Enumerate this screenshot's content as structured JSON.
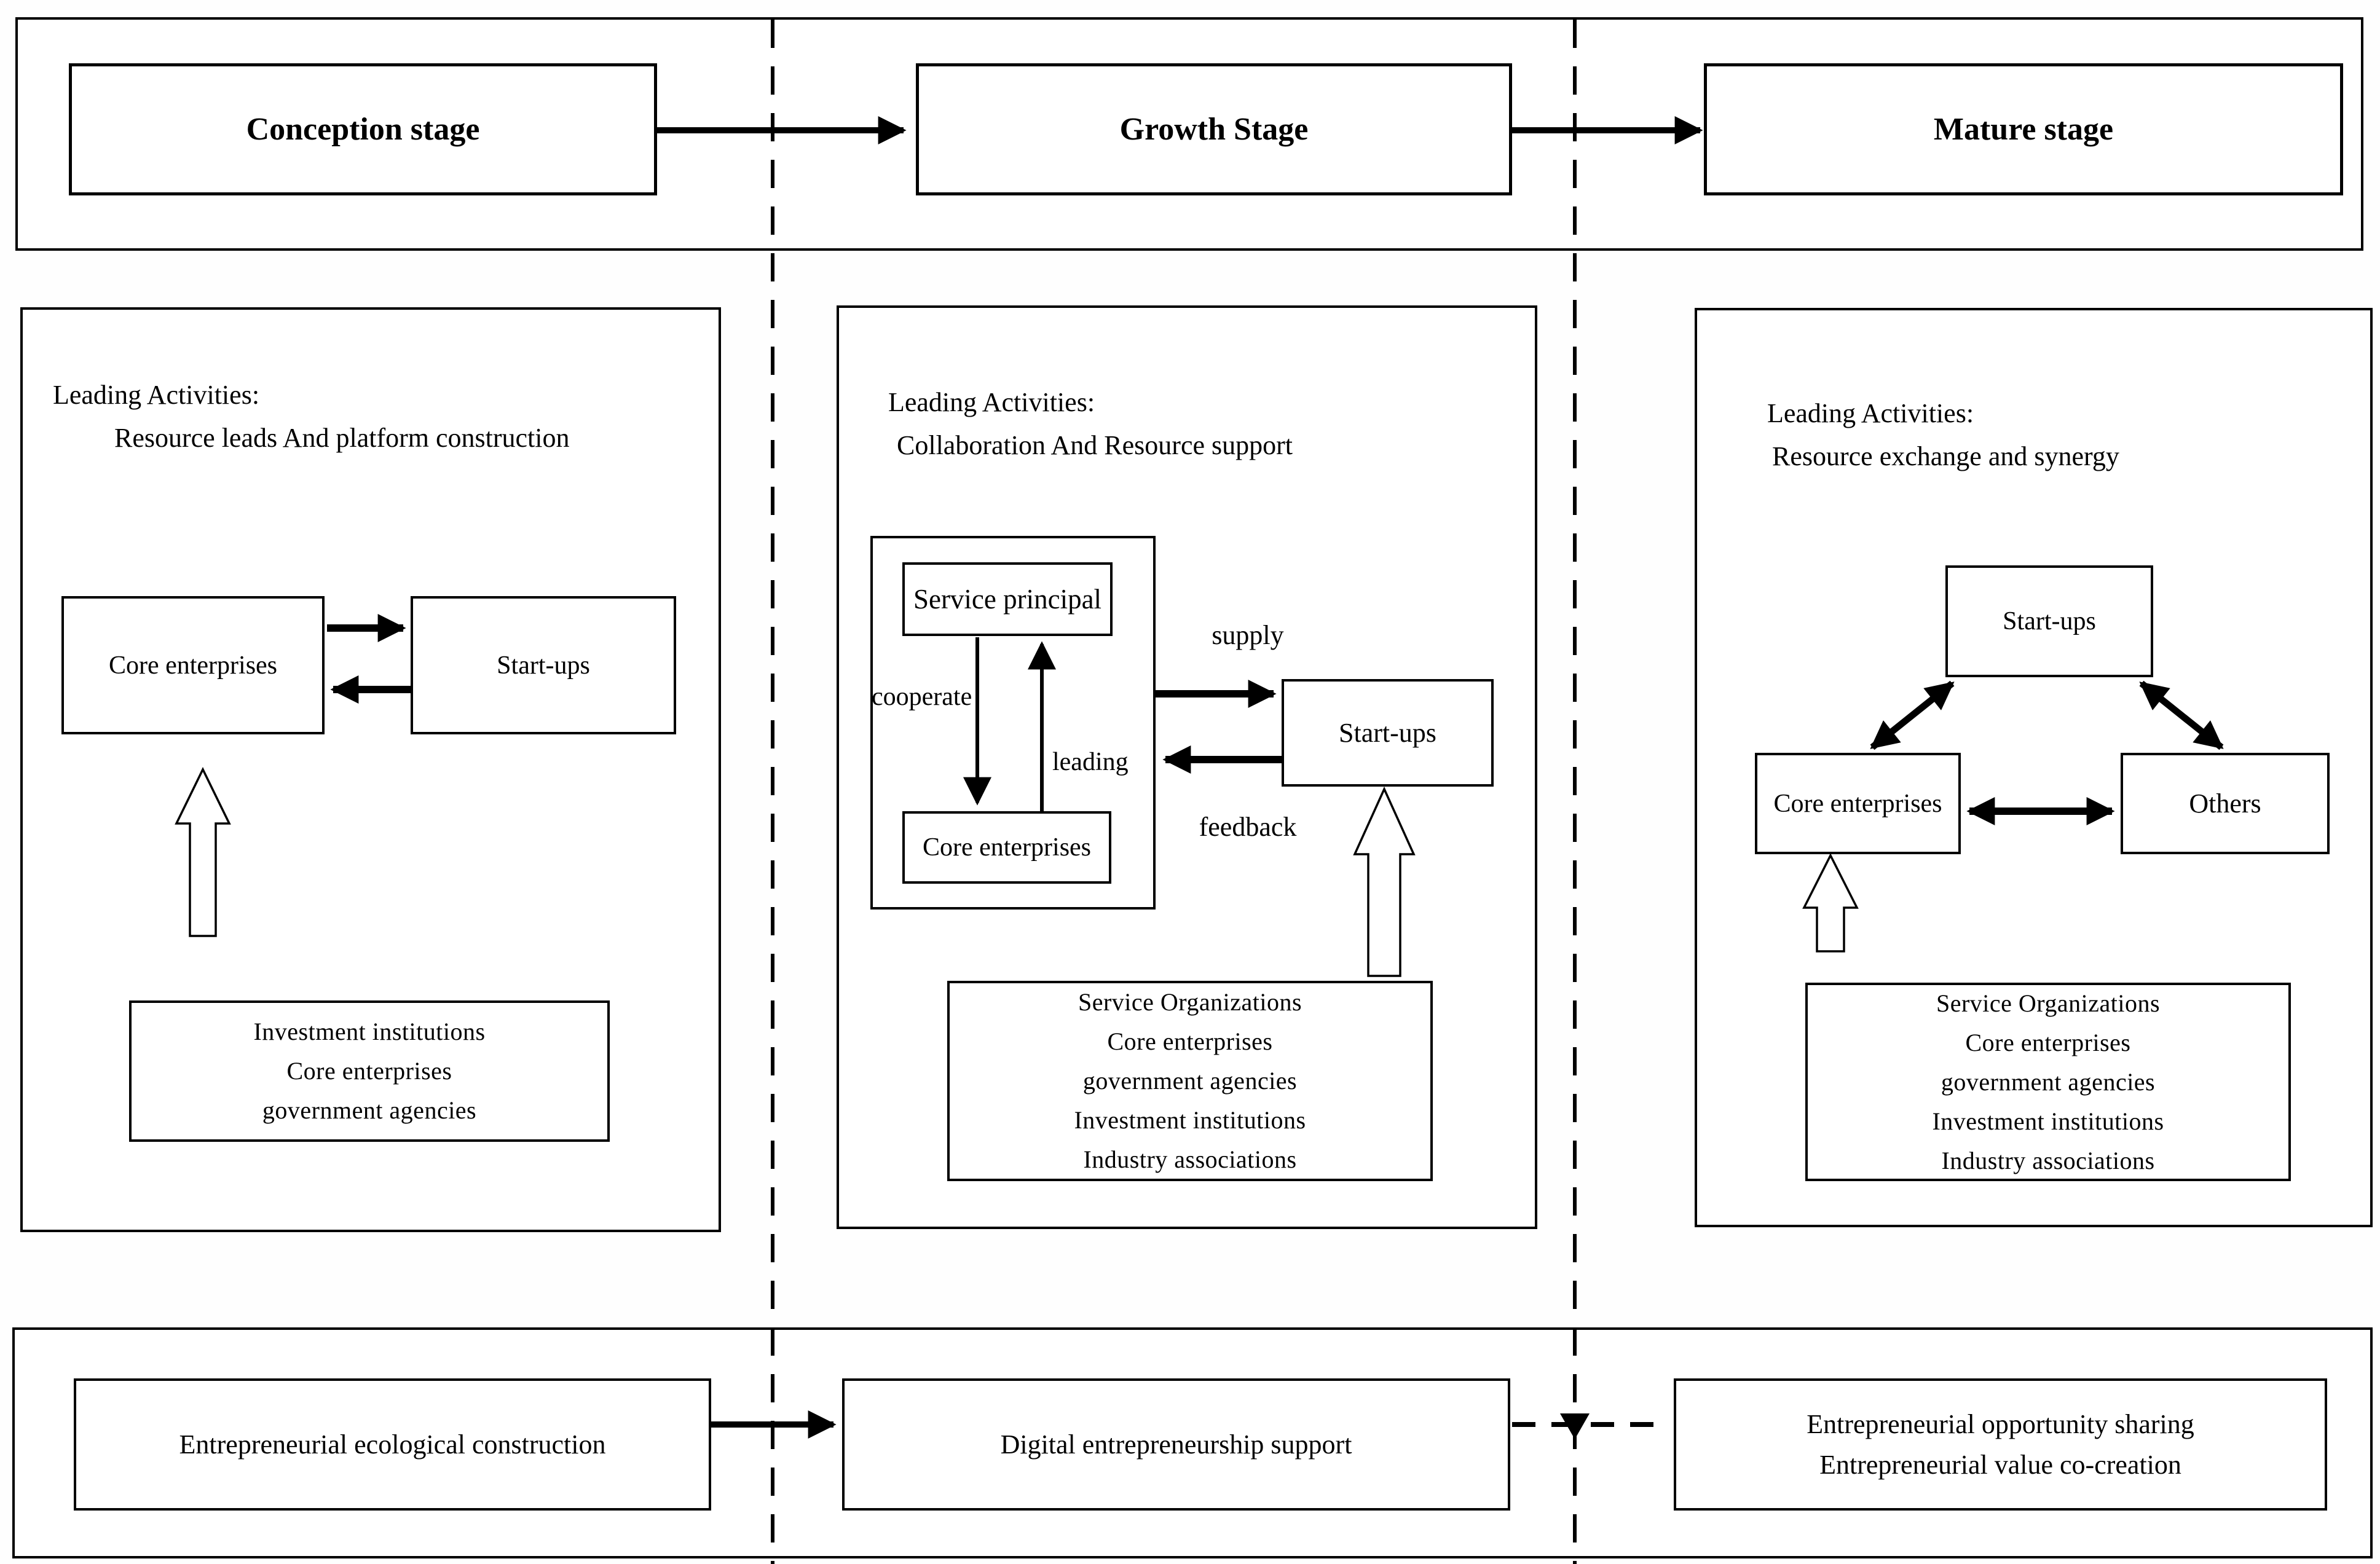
{
  "stages": {
    "conception": "Conception stage",
    "growth": "Growth Stage",
    "mature": "Mature stage"
  },
  "left_panel": {
    "leading1": "Leading Activities:",
    "leading2": "Resource leads And platform construction",
    "core": "Core enterprises",
    "startups": "Start-ups",
    "support": [
      "Investment institutions",
      "Core enterprises",
      "government agencies"
    ]
  },
  "middle_panel": {
    "leading1": "Leading Activities:",
    "leading2": "Collaboration And Resource support",
    "service_principal": "Service principal",
    "core": "Core enterprises",
    "startups": "Start-ups",
    "cooperate": "cooperate",
    "leading": "leading",
    "supply": "supply",
    "feedback": "feedback",
    "support": [
      "Service Organizations",
      "Core enterprises",
      "government agencies",
      "Investment institutions",
      "Industry associations"
    ]
  },
  "right_panel": {
    "leading1": "Leading Activities:",
    "leading2": "Resource exchange and synergy",
    "startups": "Start-ups",
    "core": "Core enterprises",
    "others": "Others",
    "support": [
      "Service Organizations",
      "Core enterprises",
      "government agencies",
      "Investment institutions",
      "Industry associations"
    ]
  },
  "bottom": {
    "left": "Entrepreneurial ecological construction",
    "middle": "Digital entrepreneurship support",
    "right1": "Entrepreneurial opportunity sharing",
    "right2": "Entrepreneurial value co-creation"
  },
  "colors": {
    "ink": "#000000",
    "paper": "#ffffff"
  }
}
